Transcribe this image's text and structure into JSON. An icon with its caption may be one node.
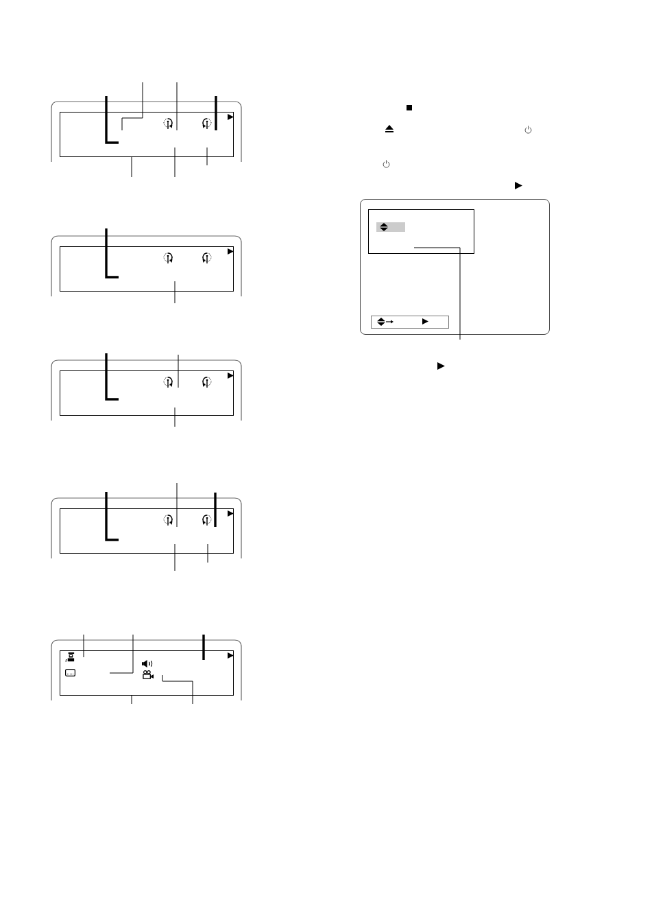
{
  "diagram": {
    "nodes": [
      {
        "text": [],
        "shape": "box"
      },
      {
        "text": [],
        "shape": "box"
      },
      {
        "text": [],
        "shape": "box"
      },
      {
        "text": [],
        "shape": "box"
      },
      {
        "text": [],
        "shape": "box"
      },
      {
        "text": [],
        "shape": "box"
      },
      {
        "text": [],
        "shape": "box",
        "in": 5
      }
    ],
    "edges": [
      {
        "from": null,
        "to": 0,
        "arrow": "none",
        "style": "thick"
      },
      {
        "from": null,
        "to": 0,
        "arrow": "none"
      },
      {
        "from": null,
        "to": 0,
        "arrow": "none"
      },
      {
        "from": null,
        "to": 0,
        "arrow": "none",
        "style": "thick"
      },
      {
        "from": null,
        "to": 0,
        "arrow": "none"
      },
      {
        "from": null,
        "to": 0,
        "arrow": "none"
      },
      {
        "from": null,
        "to": 0,
        "arrow": "none"
      },
      {
        "from": null,
        "to": 1,
        "arrow": "none",
        "style": "thick"
      },
      {
        "from": null,
        "to": 1,
        "arrow": "none"
      },
      {
        "from": null,
        "to": 2,
        "arrow": "none",
        "style": "thick"
      },
      {
        "from": null,
        "to": 2,
        "arrow": "none"
      },
      {
        "from": null,
        "to": 2,
        "arrow": "none"
      },
      {
        "from": null,
        "to": 3,
        "arrow": "none",
        "style": "thick"
      },
      {
        "from": null,
        "to": 3,
        "arrow": "none"
      },
      {
        "from": null,
        "to": 3,
        "arrow": "none",
        "style": "thick"
      },
      {
        "from": null,
        "to": 3,
        "arrow": "none"
      },
      {
        "from": null,
        "to": 3,
        "arrow": "none"
      },
      {
        "from": null,
        "to": 4,
        "arrow": "none"
      },
      {
        "from": null,
        "to": 4,
        "arrow": "none"
      },
      {
        "from": null,
        "to": 4,
        "arrow": "none",
        "style": "thick"
      },
      {
        "from": null,
        "to": 4,
        "arrow": "none"
      },
      {
        "from": null,
        "to": 4,
        "arrow": "none"
      },
      {
        "from": null,
        "to": 6,
        "arrow": "none"
      }
    ]
  }
}
